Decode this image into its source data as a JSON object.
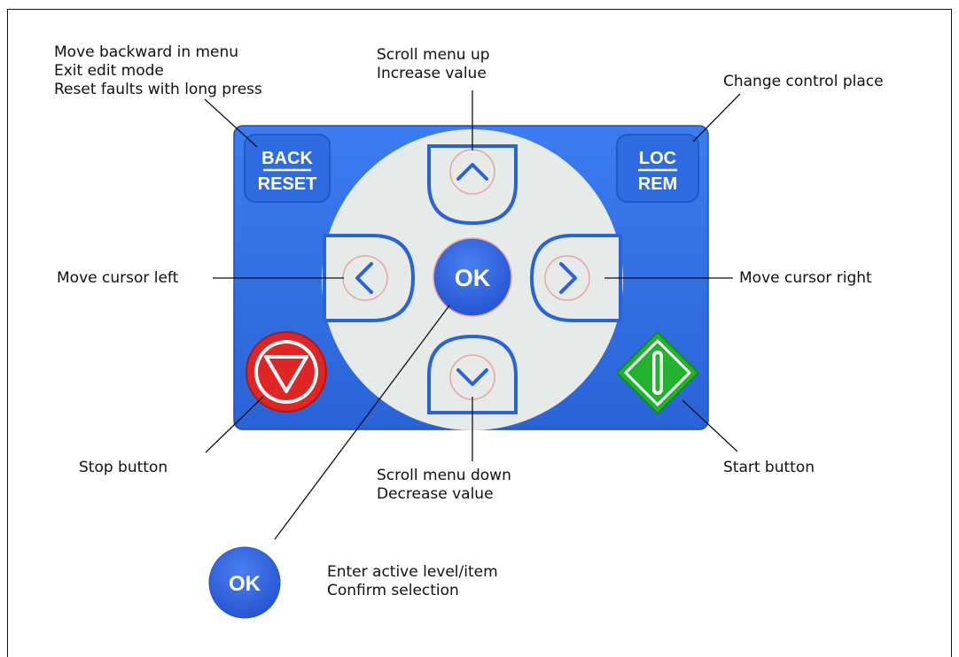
{
  "keypad": {
    "back_reset": {
      "top": "BACK",
      "bottom": "RESET"
    },
    "loc_rem": {
      "top": "LOC",
      "bottom": "REM"
    },
    "ok_label": "OK"
  },
  "annotations": {
    "back_reset_line1": "Move backward in menu",
    "back_reset_line2": "Exit edit mode",
    "back_reset_line3": "Reset faults with long press",
    "up_line1": "Scroll menu up",
    "up_line2": "Increase value",
    "loc_rem": "Change control place",
    "left": "Move cursor left",
    "right": "Move cursor right",
    "stop": "Stop button",
    "down_line1": "Scroll menu down",
    "down_line2": "Decrease value",
    "start": "Start button",
    "ok_line1": "Enter active level/item",
    "ok_line2": "Confirm selection"
  },
  "colors": {
    "panel": "#2f6fe0",
    "disk": "#e7ecea",
    "ok_button": "#2f5fdc",
    "stop": "#e02525",
    "start": "#1fae2a"
  },
  "icons": [
    "chevron-up-icon",
    "chevron-down-icon",
    "chevron-left-icon",
    "chevron-right-icon",
    "stop-triangle-icon",
    "start-diamond-icon"
  ]
}
